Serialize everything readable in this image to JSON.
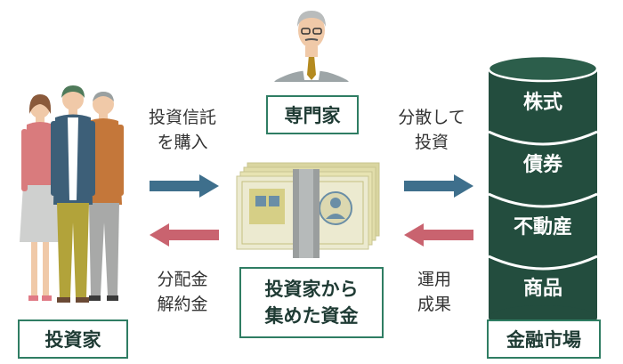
{
  "investors": {
    "label": "投資家"
  },
  "expert": {
    "label": "専門家"
  },
  "fund": {
    "label_line1": "投資家から",
    "label_line2": "集めた資金"
  },
  "market": {
    "label": "金融市場",
    "layers": [
      "株式",
      "債券",
      "不動産",
      "商品"
    ]
  },
  "flows": {
    "buy_line1": "投資信託",
    "buy_line2": "を購入",
    "invest_line1": "分散して",
    "invest_line2": "投資",
    "dividend_line1": "分配金",
    "dividend_line2": "解約金",
    "result_line1": "運用",
    "result_line2": "成果"
  },
  "colors": {
    "box_border": "#2f7d63",
    "cylinder": "#234d3e",
    "arrow_blue": "#3e6f8c",
    "arrow_red": "#c9636f",
    "money": "#e7e3b2"
  }
}
